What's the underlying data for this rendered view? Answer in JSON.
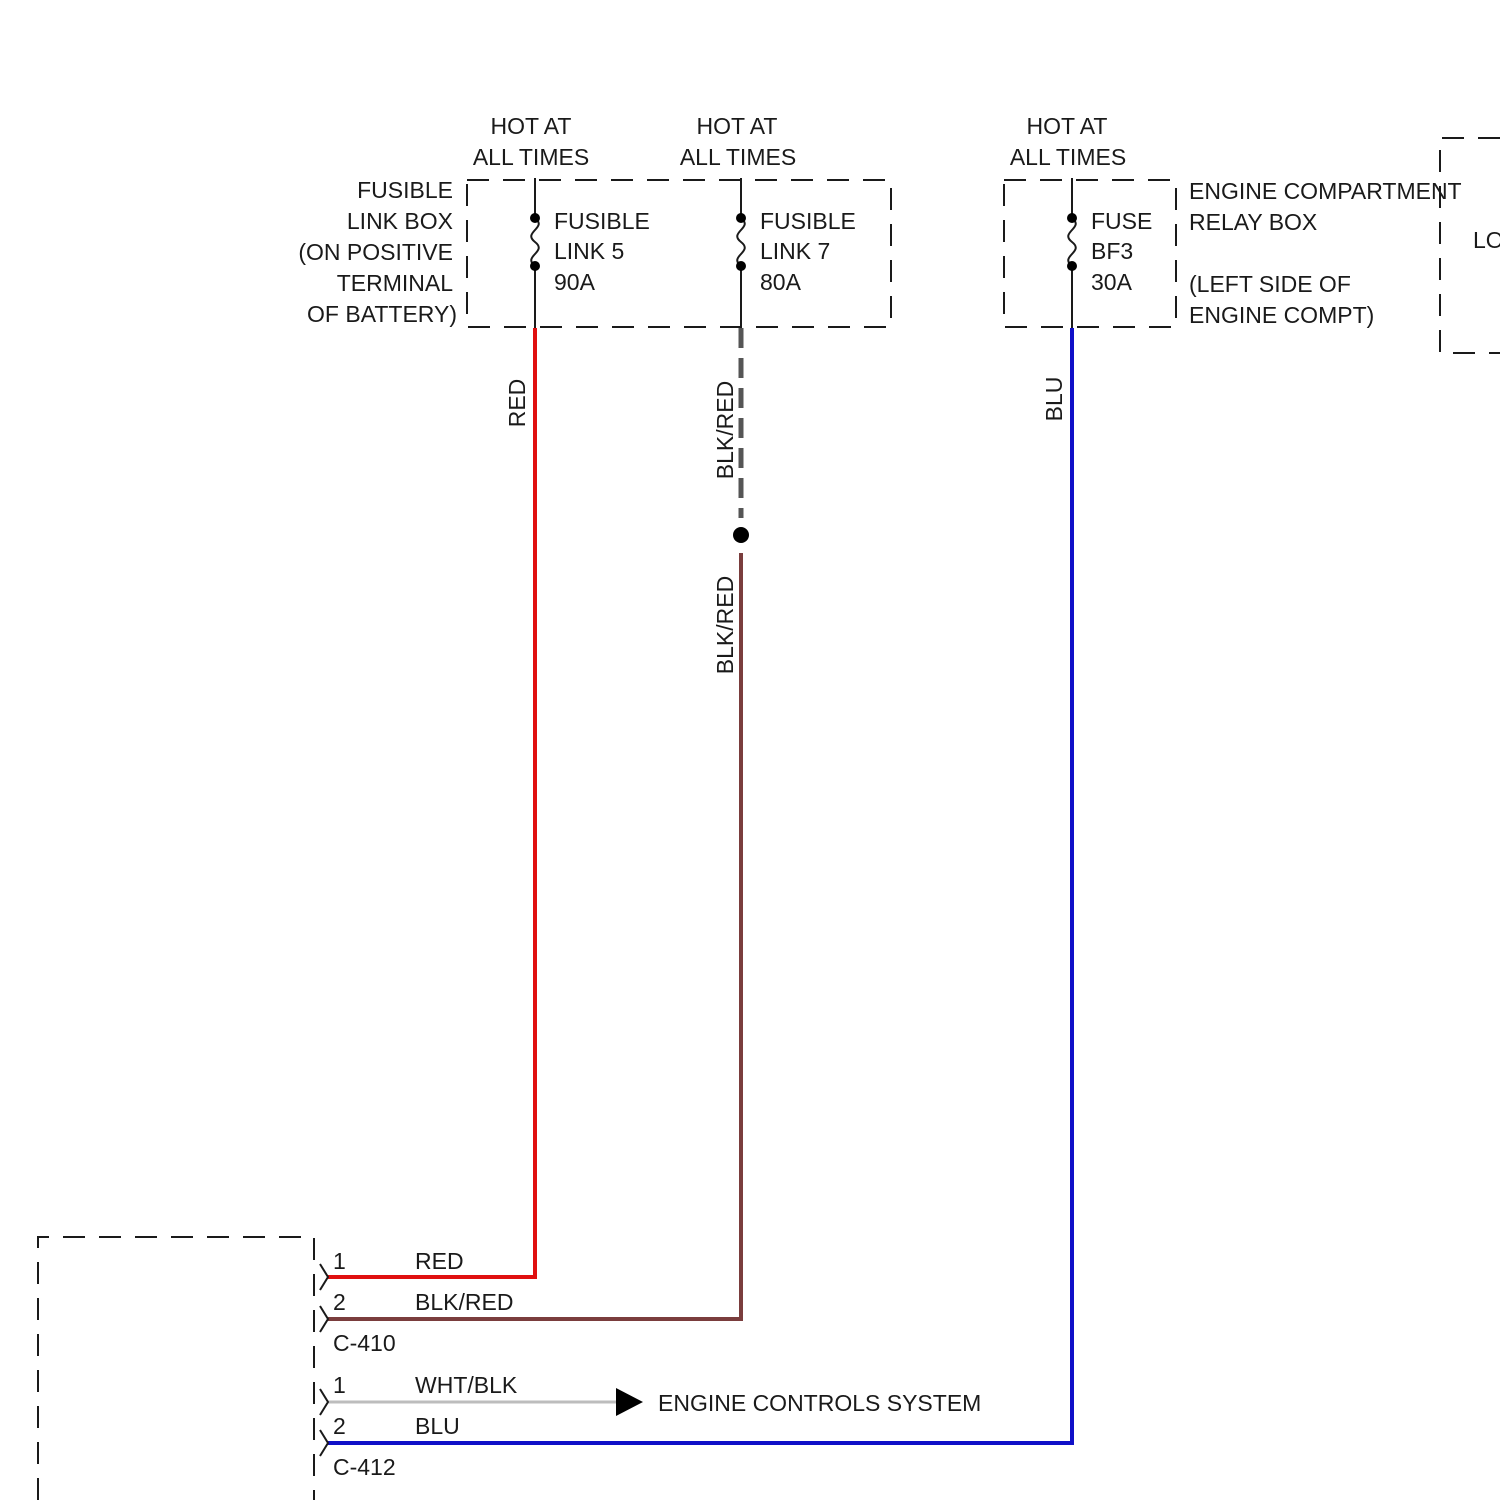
{
  "fusible_link_box": {
    "label": [
      "FUSIBLE",
      "LINK BOX",
      "(ON POSITIVE",
      "TERMINAL",
      "OF BATTERY)"
    ],
    "link5": {
      "hot_label": [
        "HOT AT",
        "ALL TIMES"
      ],
      "name": [
        "FUSIBLE",
        "LINK 5"
      ],
      "rating": "90A"
    },
    "link7": {
      "hot_label": [
        "HOT AT",
        "ALL TIMES"
      ],
      "name": [
        "FUSIBLE",
        "LINK 7"
      ],
      "rating": "80A"
    }
  },
  "relay_box": {
    "hot_label": [
      "HOT AT",
      "ALL TIMES"
    ],
    "fuse": {
      "name": [
        "FUSE",
        "BF3"
      ],
      "rating": "30A"
    },
    "label": [
      "ENGINE COMPARTMENT",
      "RELAY BOX"
    ],
    "location": [
      "(LEFT SIDE OF",
      "ENGINE COMPT)"
    ]
  },
  "right_edge_box": {
    "label": "LO"
  },
  "wires": {
    "red": {
      "label": "RED",
      "color": "#e01010"
    },
    "blk_red_upper": {
      "label": "BLK/RED",
      "color": "#555555"
    },
    "blk_red_lower": {
      "label": "BLK/RED",
      "color": "#7a3d3d"
    },
    "blu": {
      "label": "BLU",
      "color": "#1010c8"
    },
    "wht_blk": {
      "color": "#bdbdbd"
    }
  },
  "connectors": {
    "c410": {
      "name": "C-410",
      "pins": [
        {
          "num": "1",
          "wire": "RED"
        },
        {
          "num": "2",
          "wire": "BLK/RED"
        }
      ]
    },
    "c412": {
      "name": "C-412",
      "pins": [
        {
          "num": "1",
          "wire": "WHT/BLK"
        },
        {
          "num": "2",
          "wire": "BLU"
        }
      ]
    }
  },
  "engine_controls": "ENGINE CONTROLS SYSTEM"
}
